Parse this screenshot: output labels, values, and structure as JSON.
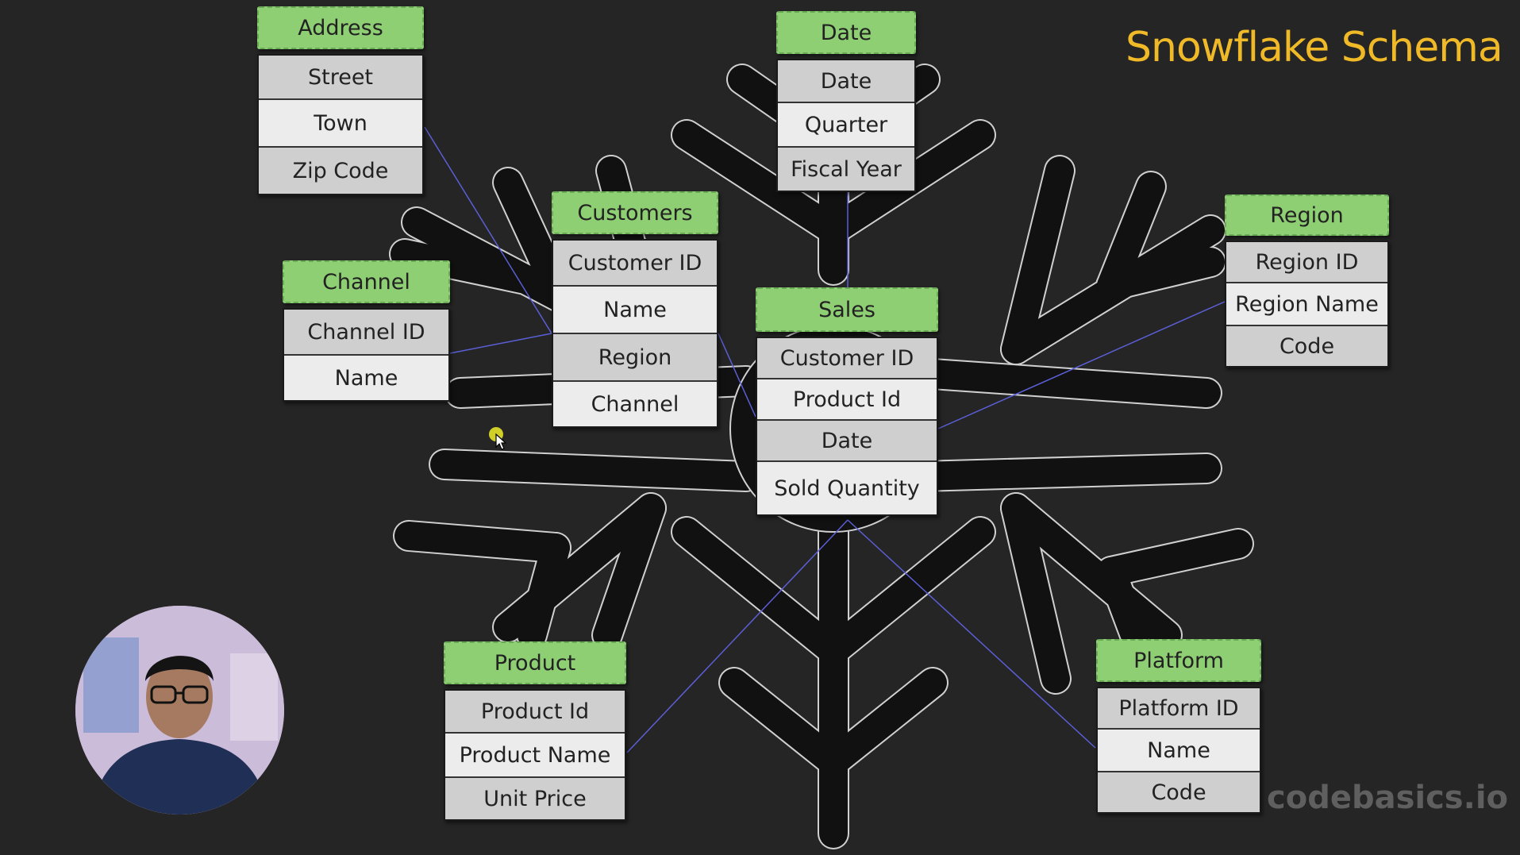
{
  "title": "Snowflake Schema",
  "watermark": "codebasics.io",
  "colors": {
    "header": "#8fcf74",
    "title": "#f0b928",
    "background": "#252525",
    "row_dark": "#cfcfcf",
    "row_light": "#ececec",
    "link_line": "#5b5fd6"
  },
  "tables": {
    "address": {
      "name": "Address",
      "fields": [
        "Street",
        "Town",
        "Zip Code"
      ]
    },
    "date": {
      "name": "Date",
      "fields": [
        "Date",
        "Quarter",
        "Fiscal Year"
      ]
    },
    "customers": {
      "name": "Customers",
      "fields": [
        "Customer ID",
        "Name",
        "Region",
        "Channel"
      ]
    },
    "channel": {
      "name": "Channel",
      "fields": [
        "Channel ID",
        "Name"
      ]
    },
    "sales": {
      "name": "Sales",
      "fields": [
        "Customer ID",
        "Product Id",
        "Date",
        "Sold Quantity"
      ]
    },
    "region": {
      "name": "Region",
      "fields": [
        "Region ID",
        "Region Name",
        "Code"
      ]
    },
    "product": {
      "name": "Product",
      "fields": [
        "Product Id",
        "Product Name",
        "Unit Price"
      ]
    },
    "platform": {
      "name": "Platform",
      "fields": [
        "Platform ID",
        "Name",
        "Code"
      ]
    }
  },
  "presenter": {
    "icon": "presenter-avatar"
  }
}
